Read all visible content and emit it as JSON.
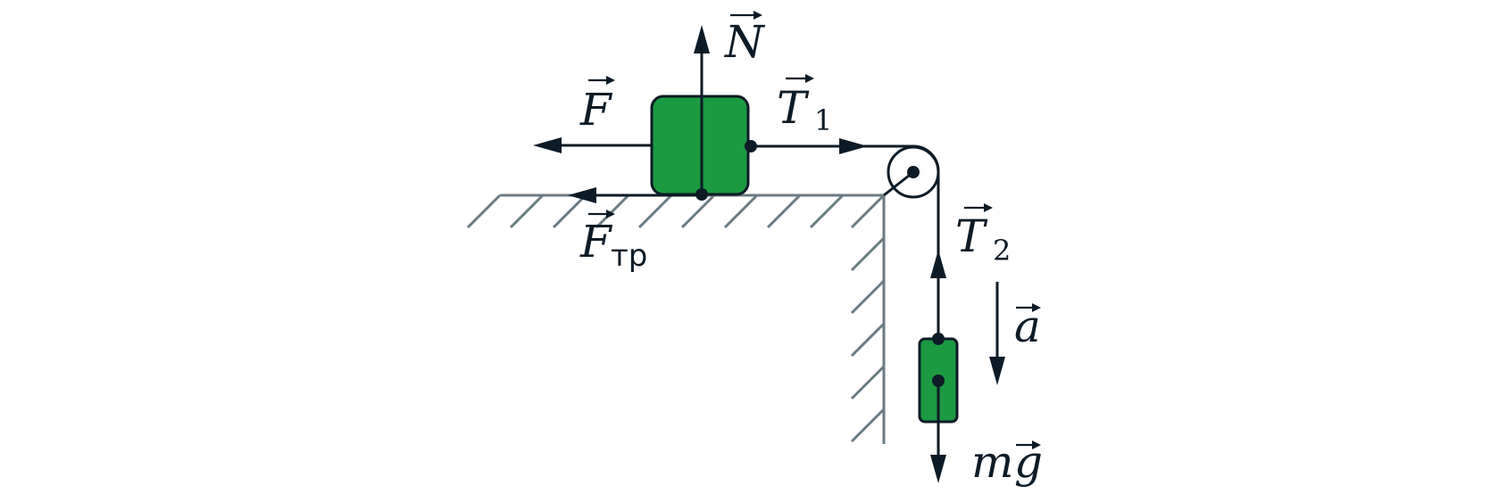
{
  "labels": {
    "normal": {
      "symbol": "N"
    },
    "force": {
      "symbol": "F"
    },
    "tension1": {
      "symbol": "T",
      "subscript": "1"
    },
    "tension2": {
      "symbol": "T",
      "subscript": "2"
    },
    "friction": {
      "symbol": "F",
      "subscript": "тр"
    },
    "acceleration": {
      "symbol": "a"
    },
    "gravity": {
      "mass": "m",
      "symbol": "g"
    }
  },
  "colors": {
    "block": "#1b9a41",
    "ink": "#0d1b26",
    "surface": "#6b7a82"
  }
}
